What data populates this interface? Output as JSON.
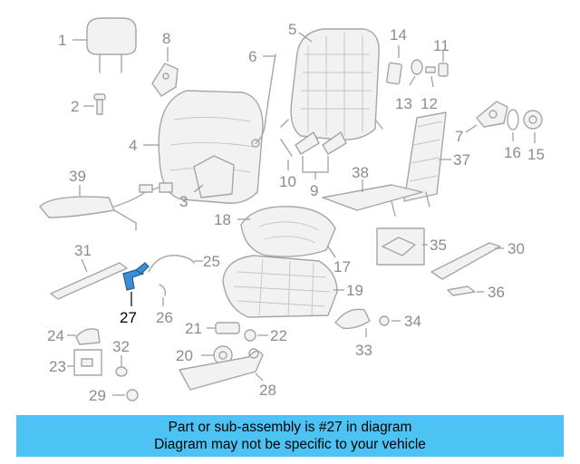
{
  "diagram": {
    "callouts": [
      "1",
      "2",
      "3",
      "4",
      "5",
      "6",
      "7",
      "8",
      "9",
      "10",
      "11",
      "12",
      "13",
      "14",
      "15",
      "16",
      "17",
      "18",
      "19",
      "20",
      "21",
      "22",
      "23",
      "24",
      "25",
      "26",
      "27",
      "28",
      "29",
      "30",
      "31",
      "32",
      "33",
      "34",
      "35",
      "36",
      "37",
      "38",
      "39"
    ],
    "highlighted_callout": "27",
    "highlight_color": "#3b8fd6",
    "line_color": "#a6a6a6"
  },
  "banner": {
    "line1": "Part or sub-assembly is #27 in diagram",
    "line2": "Diagram may not be specific to your vehicle",
    "background": "#4cc3f2"
  }
}
